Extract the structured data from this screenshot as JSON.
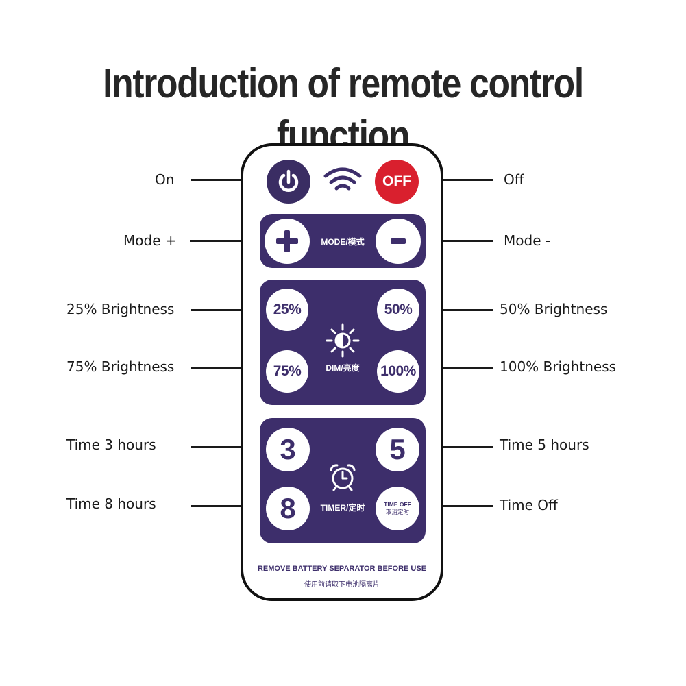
{
  "title": "Introduction of remote control function",
  "labels": {
    "on": "On",
    "off": "Off",
    "mode_plus": "Mode +",
    "mode_minus": "Mode -",
    "b25": "25% Brightness",
    "b50": "50% Brightness",
    "b75": "75% Brightness",
    "b100": "100% Brightness",
    "t3": "Time 3 hours",
    "t5": "Time 5 hours",
    "t8": "Time 8 hours",
    "toff": "Time Off"
  },
  "remote": {
    "off_button": "OFF",
    "mode_panel_label": "MODE/模式",
    "dim_panel_label": "DIM/亮度",
    "timer_panel_label": "TIMER/定时",
    "dim_buttons": {
      "b25": "25%",
      "b50": "50%",
      "b75": "75%",
      "b100": "100%"
    },
    "timer_buttons": {
      "t3": "3",
      "t5": "5",
      "t8": "8",
      "toff_en": "TIME OFF",
      "toff_cn": "取消定时"
    },
    "note_en": "REMOVE BATTERY SEPARATOR BEFORE USE",
    "note_cn": "使用前请取下电池隔离片"
  },
  "colors": {
    "panel": "#3d2e6b",
    "on_button": "#3a2d63",
    "off_button": "#d9202e",
    "outline": "#111111"
  }
}
